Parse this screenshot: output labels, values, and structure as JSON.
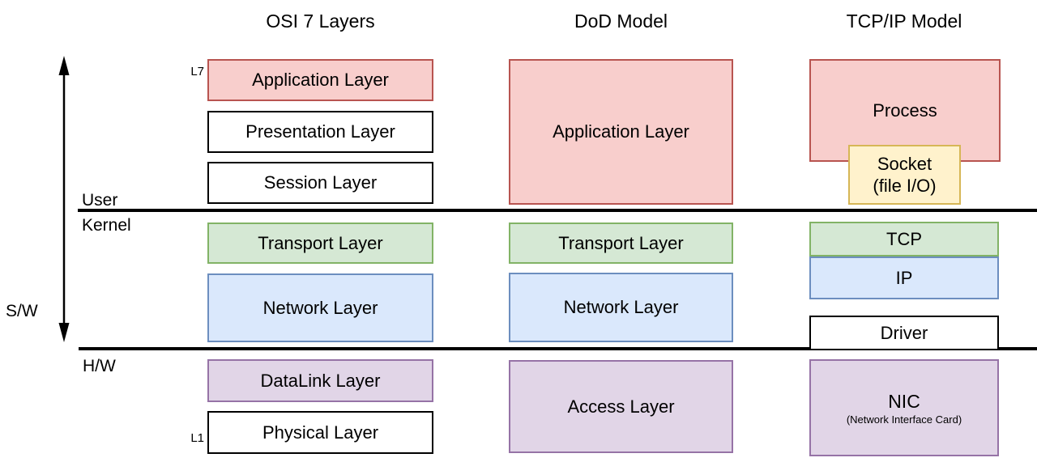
{
  "titles": {
    "osi": "OSI 7 Layers",
    "dod": "DoD Model",
    "tcpip": "TCP/IP Model"
  },
  "side_labels": {
    "user": "User",
    "kernel": "Kernel",
    "hw": "H/W",
    "sw": "S/W",
    "l7": "L7",
    "l1": "L1"
  },
  "columns": {
    "osi": {
      "application": "Application Layer",
      "presentation": "Presentation Layer",
      "session": "Session Layer",
      "transport": "Transport Layer",
      "network": "Network Layer",
      "datalink": "DataLink Layer",
      "physical": "Physical Layer"
    },
    "dod": {
      "application": "Application Layer",
      "transport": "Transport Layer",
      "network": "Network Layer",
      "access": "Access Layer"
    },
    "tcpip": {
      "process": "Process",
      "socket_line1": "Socket",
      "socket_line2": "(file I/O)",
      "tcp": "TCP",
      "ip": "IP",
      "driver": "Driver",
      "nic": "NIC",
      "nic_sub": "(Network Interface Card)"
    }
  },
  "colors": {
    "pink": {
      "fill": "#f8cecc",
      "stroke": "#b85450"
    },
    "green": {
      "fill": "#d5e8d4",
      "stroke": "#82b366"
    },
    "blue": {
      "fill": "#dae8fc",
      "stroke": "#6c8ebf"
    },
    "purple": {
      "fill": "#e1d5e7",
      "stroke": "#9673a6"
    },
    "yellow": {
      "fill": "#fff2cc",
      "stroke": "#d6b656"
    },
    "white": {
      "fill": "#ffffff",
      "stroke": "#000000"
    },
    "line": "#000000"
  }
}
